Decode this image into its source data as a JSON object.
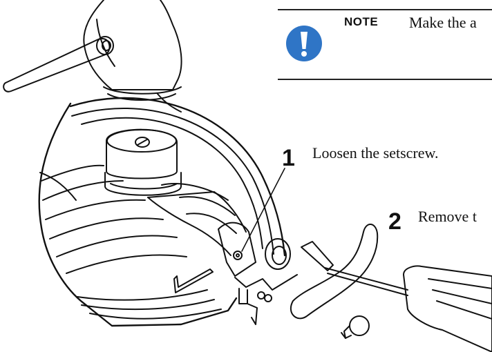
{
  "note": {
    "label": "NOTE",
    "text": "Make the a",
    "icon": "exclamation-icon",
    "icon_color": "#2f75c6"
  },
  "steps": [
    {
      "number": "1",
      "text": "Loosen the setscrew."
    },
    {
      "number": "2",
      "text": "Remove t"
    }
  ]
}
